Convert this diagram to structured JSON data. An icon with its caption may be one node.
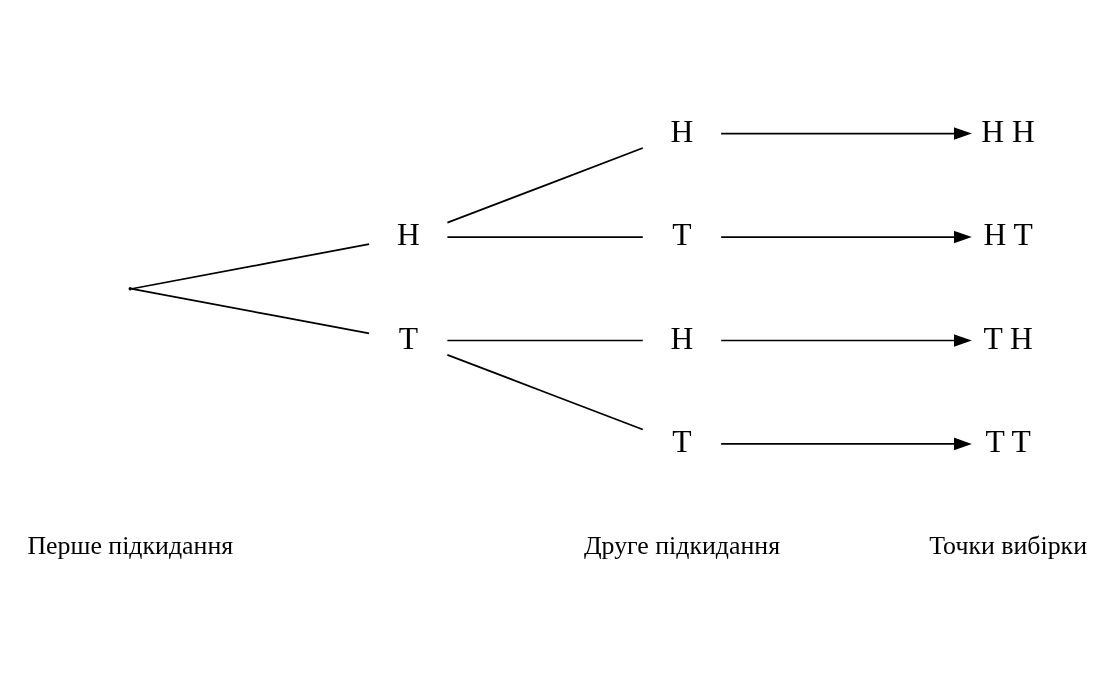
{
  "diagram": {
    "nodes": [
      {
        "text": [],
        "shape": "point"
      },
      {
        "text": [
          "H"
        ]
      },
      {
        "text": [
          "T"
        ]
      },
      {
        "text": [
          "H"
        ]
      },
      {
        "text": [
          "T"
        ]
      },
      {
        "text": [
          "H"
        ]
      },
      {
        "text": [
          "T"
        ]
      },
      {
        "text": [
          "H H"
        ]
      },
      {
        "text": [
          "H T"
        ]
      },
      {
        "text": [
          "T H"
        ]
      },
      {
        "text": [
          "T T"
        ]
      }
    ],
    "edges": [
      {
        "from": 0,
        "to": 1,
        "arrow": "none"
      },
      {
        "from": 0,
        "to": 2,
        "arrow": "none"
      },
      {
        "from": 1,
        "to": 3,
        "arrow": "none"
      },
      {
        "from": 1,
        "to": 4,
        "arrow": "none"
      },
      {
        "from": 2,
        "to": 5,
        "arrow": "none"
      },
      {
        "from": 2,
        "to": 6,
        "arrow": "none"
      },
      {
        "from": 3,
        "to": 7,
        "arrow": "to"
      },
      {
        "from": 4,
        "to": 8,
        "arrow": "to"
      },
      {
        "from": 5,
        "to": 9,
        "arrow": "to"
      },
      {
        "from": 6,
        "to": 10,
        "arrow": "to"
      }
    ],
    "labels": [
      "Перше підкидання",
      "Друге підкидання",
      "Точки вибірки"
    ]
  }
}
